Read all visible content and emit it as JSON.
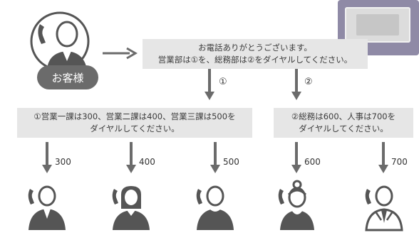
{
  "customer": {
    "label": "お客様"
  },
  "greeting": {
    "line1": "お電話ありがとうございます。",
    "line2": "営業部は①を、総務部は②をダイヤルしてください。"
  },
  "branches": {
    "left_choice": "①",
    "right_choice": "②"
  },
  "sales_box": {
    "line1": "①営業一課は300、営業二課は400、営業三課は500を",
    "line2": "ダイヤルしてください。"
  },
  "admin_box": {
    "line1": "②総務は600、人事は700を",
    "line2": "ダイヤルしてください。"
  },
  "extensions": [
    "300",
    "400",
    "500",
    "600",
    "700"
  ],
  "colors": {
    "person": "#555555",
    "box": "#e6e6e6",
    "arrow": "#6b6b6b"
  }
}
